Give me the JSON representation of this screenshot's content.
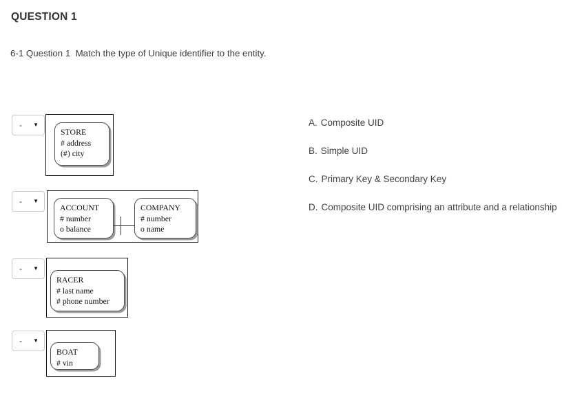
{
  "page": {
    "title": "QUESTION 1",
    "instruction": "6-1 Question 1  Match the type of Unique identifier to the entity."
  },
  "colors": {
    "background": "#ffffff",
    "text": "#3b3b3b",
    "frame_border": "#141414",
    "entity_border": "#4d4d4d",
    "entity_shadow": "#9b9b9b",
    "dropdown_border": "#c9c9c9"
  },
  "match_items": [
    {
      "dropdown_value": "-",
      "caret_icon": "caret-down-icon",
      "entities": [
        {
          "name": "STORE",
          "attributes": [
            "# address",
            "(#) city"
          ]
        }
      ]
    },
    {
      "dropdown_value": "-",
      "caret_icon": "caret-down-icon",
      "entities": [
        {
          "name": "ACCOUNT",
          "attributes": [
            "# number",
            "o balance"
          ]
        },
        {
          "name": "COMPANY",
          "attributes": [
            "# number",
            "o name"
          ]
        }
      ],
      "relationship": "line-with-uid-bar"
    },
    {
      "dropdown_value": "-",
      "caret_icon": "caret-down-icon",
      "entities": [
        {
          "name": "RACER",
          "attributes": [
            "# last name",
            "# phone number"
          ]
        }
      ]
    },
    {
      "dropdown_value": "-",
      "caret_icon": "caret-down-icon",
      "entities": [
        {
          "name": "BOAT",
          "attributes": [
            "# vin"
          ]
        }
      ]
    }
  ],
  "options": [
    {
      "letter": "A.",
      "text": "Composite UID"
    },
    {
      "letter": "B.",
      "text": "Simple UID"
    },
    {
      "letter": "C.",
      "text": "Primary Key & Secondary Key"
    },
    {
      "letter": "D.",
      "text": "Composite UID comprising an attribute and a relationship"
    }
  ]
}
